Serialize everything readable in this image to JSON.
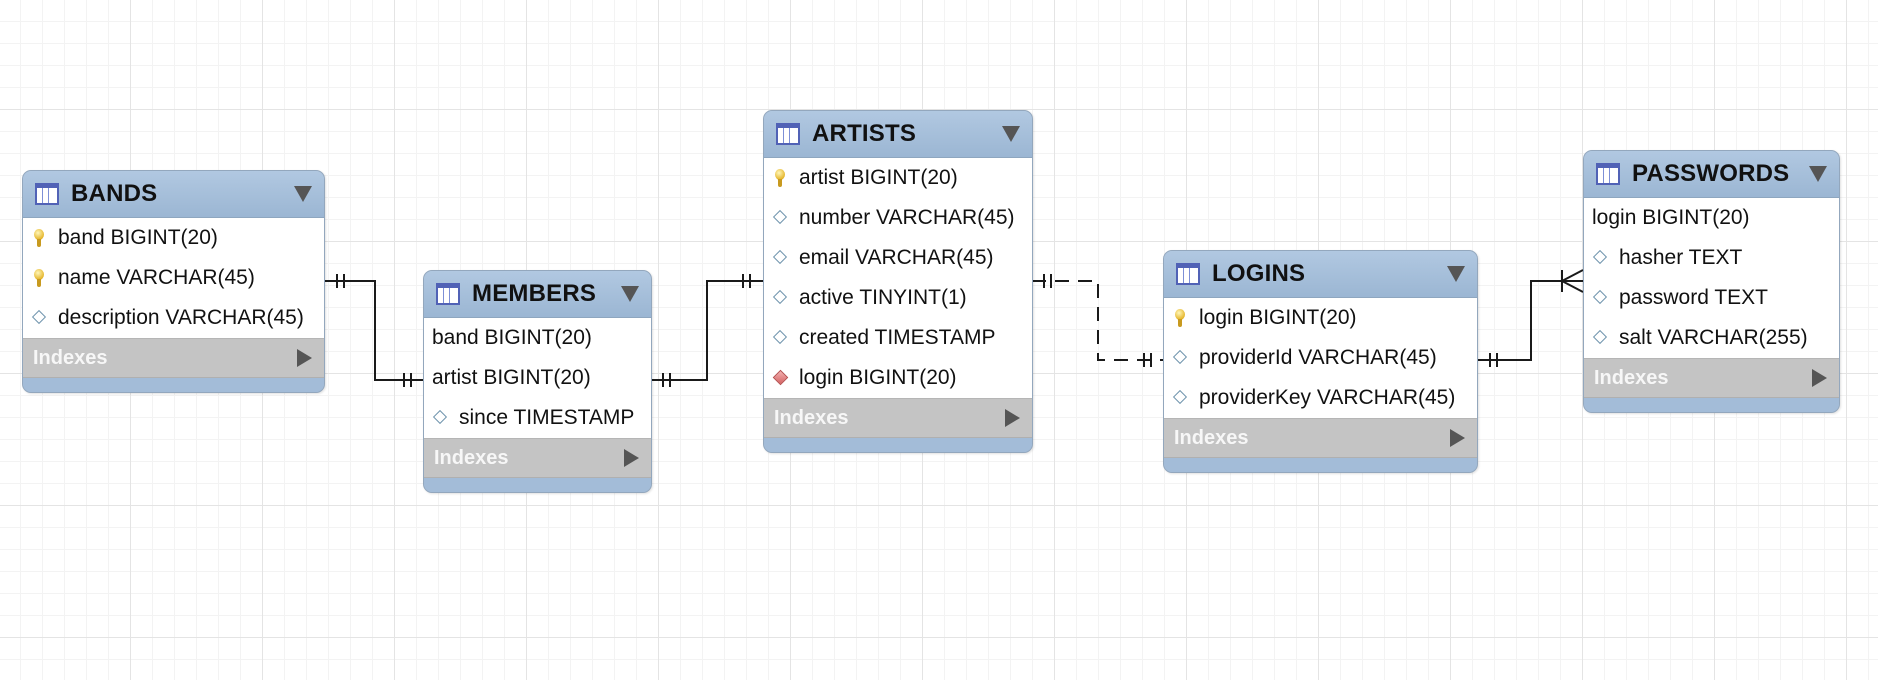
{
  "tables": [
    {
      "name": "BANDS",
      "indexes_label": "Indexes",
      "columns": [
        {
          "text": "band BIGINT(20)",
          "icon": "key"
        },
        {
          "text": "name VARCHAR(45)",
          "icon": "key"
        },
        {
          "text": "description VARCHAR(45)",
          "icon": "diamond"
        }
      ]
    },
    {
      "name": "MEMBERS",
      "indexes_label": "Indexes",
      "columns": [
        {
          "text": "band BIGINT(20)",
          "icon": "none"
        },
        {
          "text": "artist BIGINT(20)",
          "icon": "none"
        },
        {
          "text": "since TIMESTAMP",
          "icon": "diamond"
        }
      ]
    },
    {
      "name": "ARTISTS",
      "indexes_label": "Indexes",
      "columns": [
        {
          "text": "artist BIGINT(20)",
          "icon": "key"
        },
        {
          "text": "number VARCHAR(45)",
          "icon": "diamond"
        },
        {
          "text": "email VARCHAR(45)",
          "icon": "diamond"
        },
        {
          "text": "active TINYINT(1)",
          "icon": "diamond"
        },
        {
          "text": "created TIMESTAMP",
          "icon": "diamond"
        },
        {
          "text": "login BIGINT(20)",
          "icon": "foreign-key"
        }
      ]
    },
    {
      "name": "LOGINS",
      "indexes_label": "Indexes",
      "columns": [
        {
          "text": "login BIGINT(20)",
          "icon": "key"
        },
        {
          "text": "providerId VARCHAR(45)",
          "icon": "diamond"
        },
        {
          "text": "providerKey VARCHAR(45)",
          "icon": "diamond"
        }
      ]
    },
    {
      "name": "PASSWORDS",
      "indexes_label": "Indexes",
      "columns": [
        {
          "text": "login BIGINT(20)",
          "icon": "none"
        },
        {
          "text": "hasher TEXT",
          "icon": "diamond"
        },
        {
          "text": "password TEXT",
          "icon": "diamond"
        },
        {
          "text": "salt VARCHAR(255)",
          "icon": "diamond"
        }
      ]
    }
  ],
  "relationships": [
    {
      "from": "BANDS",
      "to": "MEMBERS",
      "cardinality": "one-to-one",
      "style": "identifying"
    },
    {
      "from": "MEMBERS",
      "to": "ARTISTS",
      "cardinality": "one-to-one",
      "style": "identifying"
    },
    {
      "from": "ARTISTS",
      "to": "LOGINS",
      "cardinality": "one-to-one",
      "style": "non-identifying"
    },
    {
      "from": "LOGINS",
      "to": "PASSWORDS",
      "cardinality": "one-to-many",
      "style": "identifying"
    }
  ],
  "colors": {
    "table_header": "#a3bcd8",
    "indexes_bar": "#c4c4c4",
    "table_icon": "#5162b6",
    "connector": "#1a1a1a"
  }
}
